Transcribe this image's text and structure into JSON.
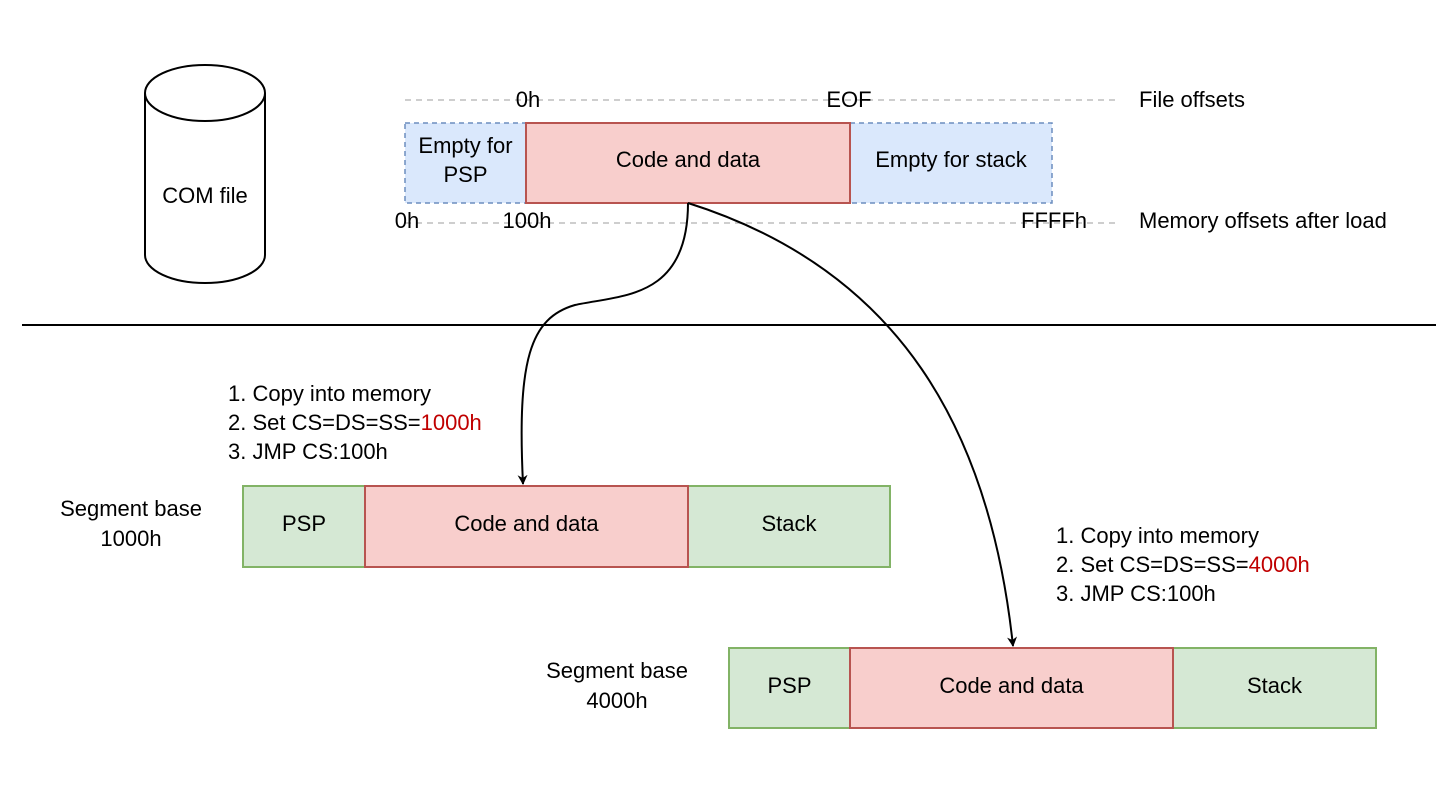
{
  "file": {
    "cylinder_label": "COM file",
    "offsets_label": "File offsets",
    "memory_offsets_label": "Memory offsets after load",
    "file_offset_start": "0h",
    "file_offset_end": "EOF",
    "mem_offset_start": "0h",
    "mem_offset_code": "100h",
    "mem_offset_end": "FFFFh",
    "blocks": {
      "psp_line1": "Empty for",
      "psp_line2": "PSP",
      "code": "Code and data",
      "stack": "Empty for stack"
    }
  },
  "loads": [
    {
      "steps": {
        "step1": "1. Copy into memory",
        "step2_prefix": "2. Set CS=DS=SS=",
        "step2_value": "1000h",
        "step3": "3. JMP CS:100h"
      },
      "segment_label_line1": "Segment base",
      "segment_label_line2": "1000h",
      "blocks": {
        "psp": "PSP",
        "code": "Code and data",
        "stack": "Stack"
      }
    },
    {
      "steps": {
        "step1": "1. Copy into memory",
        "step2_prefix": "2. Set CS=DS=SS=",
        "step2_value": "4000h",
        "step3": "3. JMP CS:100h"
      },
      "segment_label_line1": "Segment base",
      "segment_label_line2": "4000h",
      "blocks": {
        "psp": "PSP",
        "code": "Code and data",
        "stack": "Stack"
      }
    }
  ],
  "colors": {
    "empty_fill": "#dae8fc",
    "empty_stroke": "#6c8ebf",
    "code_fill": "#f8cecc",
    "code_stroke": "#b85450",
    "seg_fill": "#d5e8d4",
    "seg_stroke": "#82b366",
    "accent_text": "#c00000"
  }
}
